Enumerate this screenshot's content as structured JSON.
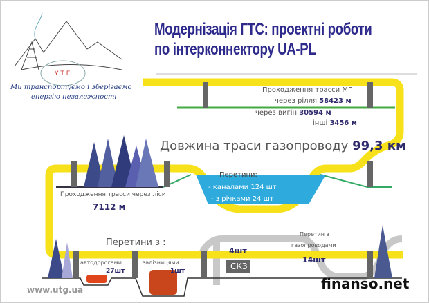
{
  "title": {
    "line1": "Модернізація ГТС: проектні роботи",
    "line2": "по інтерконнектору UA-PL"
  },
  "logo": {
    "text": "У Т Г",
    "slogan1": "Ми транспортуємо і зберігаємо",
    "slogan2": "енергію незалежності"
  },
  "fields": {
    "heading": "Проходження трасси МГ",
    "arable_label": "через рілля",
    "arable_value": "58423 м",
    "pasture_label": "через вигін",
    "pasture_value": "30594 м",
    "other_label": "інші",
    "other_value": "3456 м"
  },
  "total": {
    "label": "Довжина траси газопроводу",
    "value": "99,3 км"
  },
  "water": {
    "heading": "Перетини:",
    "canals": "- каналами  124 шт",
    "rivers": "- з річками  24 шт"
  },
  "forest": {
    "label": "Проходження трасси через ліси",
    "value": "7112 м"
  },
  "crossings": {
    "heading": "Перетини з :",
    "roads_label": "автодорогами",
    "roads_value": "27шт",
    "rail_label": "залізницями",
    "rail_value": "1шт",
    "skz_value": "4шт",
    "skz_label": "СКЗ",
    "gas_label1": "Перетин з",
    "gas_label2": "газопроводами",
    "gas_value": "14шт"
  },
  "footer": {
    "site": "www.utg.ua",
    "watermark": "finanso.net"
  },
  "colors": {
    "pipe": "#f7e11b",
    "title": "#2e2a8c",
    "water": "#2eaadc",
    "gray_pipe": "#c8c8c8"
  }
}
